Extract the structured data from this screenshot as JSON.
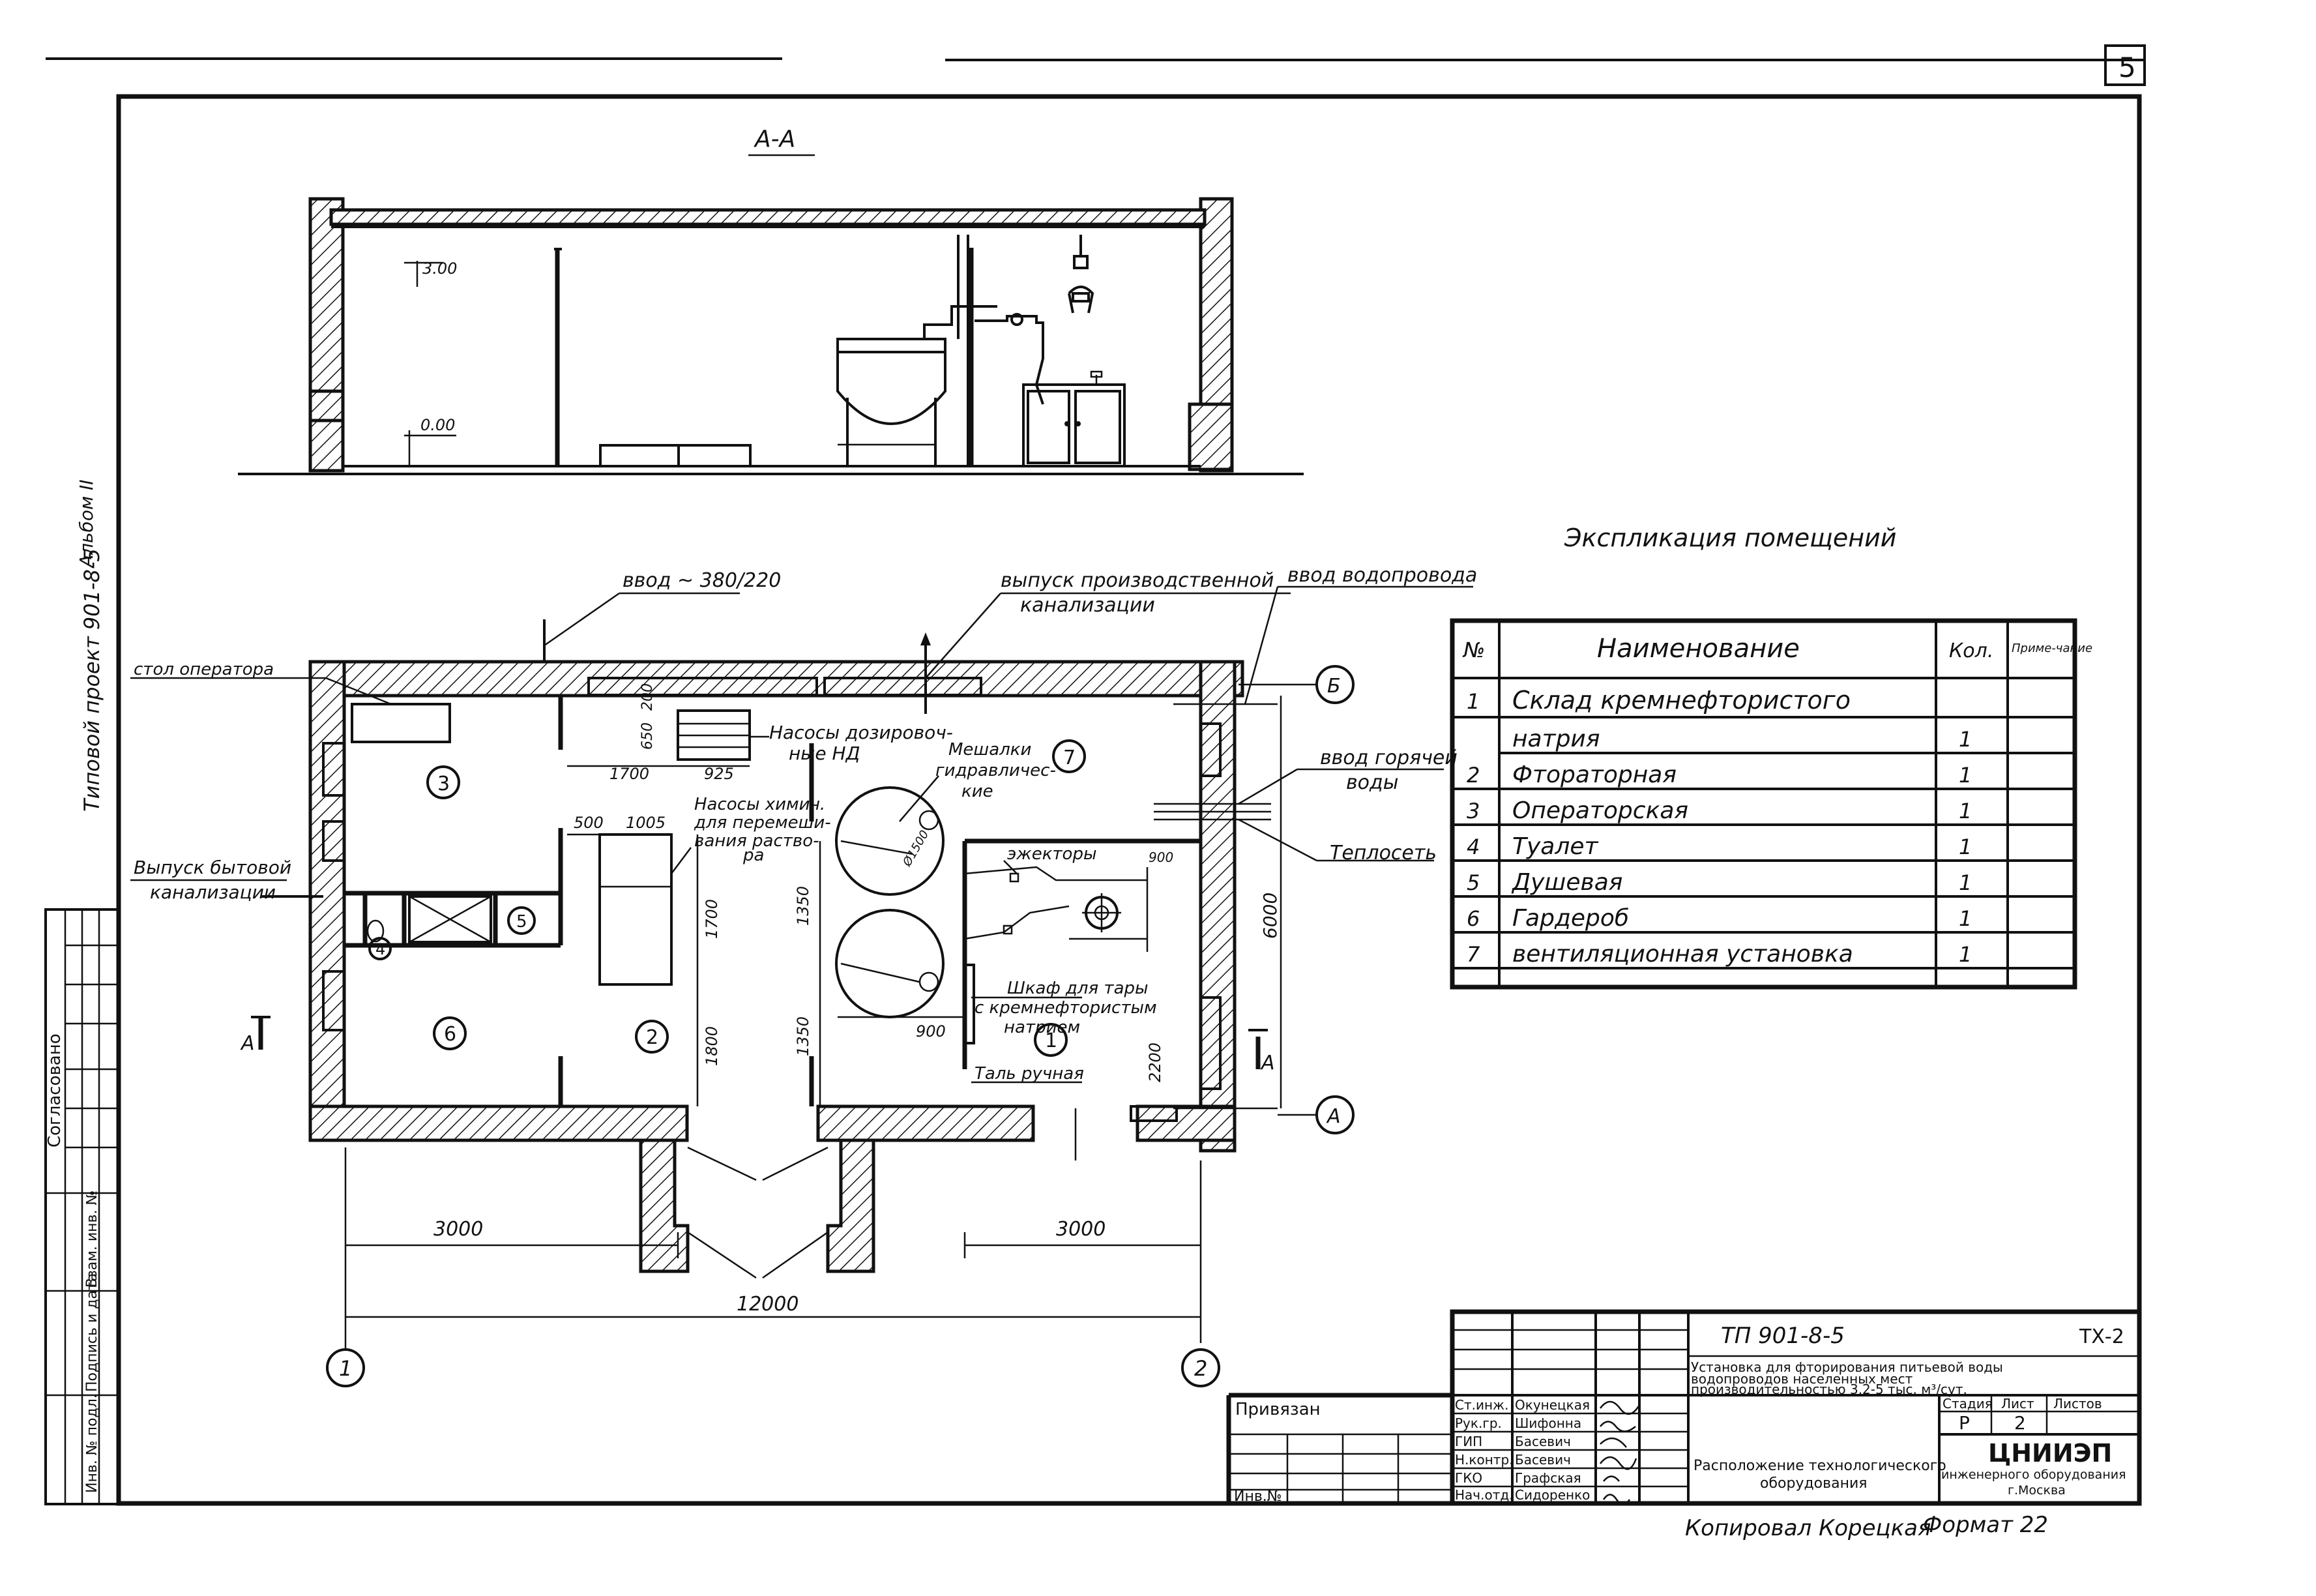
{
  "sheet_number": "5",
  "album_label": "Альбом II",
  "project_label": "Типовой проект 901-8-5",
  "left_stamp": {
    "agreed": "Согласовано",
    "inv_podl": "Инв. № подл.",
    "sign_date": "Подпись и дата",
    "vzam_inv": "Взам. инв. №"
  },
  "section": {
    "title": "А-А",
    "level_top": "3.00",
    "level_zero": "0.00"
  },
  "plan": {
    "labels": {
      "power_input": "ввод ~ 380/220",
      "sewer_prod_1": "выпуск производственной",
      "sewer_prod_2": "канализации",
      "water_input": "ввод водопровода",
      "hot_water_1": "ввод горячей",
      "hot_water_2": "воды",
      "heating": "Теплосеть",
      "operator_desk": "стол оператора",
      "dosing_pumps_1": "Насосы дозировоч-",
      "dosing_pumps_2": "ные НД",
      "chem_pumps_1": "Насосы химич.",
      "chem_pumps_2": "для перемеши-",
      "chem_pumps_3": "вания раство-",
      "chem_pumps_4": "ра",
      "mixers_1": "Мешалки",
      "mixers_2": "гидравличес-",
      "mixers_3": "кие",
      "ejectors": "эжекторы",
      "cabinet_1": "Шкаф для тары",
      "cabinet_2": "с кремнефтористым",
      "cabinet_3": "натрием",
      "hoist": "Таль ручная",
      "domestic_sewer_1": "Выпуск бытовой",
      "domestic_sewer_2": "канализации",
      "section_mark": "А"
    },
    "dimensions": {
      "d650": "650",
      "d200": "200",
      "d1700a": "1700",
      "d925": "925",
      "d500": "500",
      "d1005": "1005",
      "d1700b": "1700",
      "d1800": "1800",
      "d1350a": "1350",
      "d1350b": "1350",
      "d900a": "900",
      "d900b": "900",
      "d2200": "2200",
      "d6000": "6000",
      "d3000a": "3000",
      "d3000b": "3000",
      "d12000": "12000",
      "dia": "Ø1500"
    },
    "axes": {
      "a1": "1",
      "a2": "2",
      "aB": "Б",
      "aA": "А"
    },
    "rooms": [
      "1",
      "2",
      "3",
      "4",
      "5",
      "6",
      "7"
    ]
  },
  "explication": {
    "title": "Экспликация помещений",
    "headers": {
      "num": "№",
      "name": "Наименование",
      "qty": "Кол.",
      "note": "Приме-чание"
    },
    "rows": [
      {
        "num": "1",
        "name": "Склад кремнефтористого",
        "qty": ""
      },
      {
        "num": "",
        "name": "натрия",
        "qty": "1"
      },
      {
        "num": "2",
        "name": "Фтораторная",
        "qty": "1"
      },
      {
        "num": "3",
        "name": "Операторская",
        "qty": "1"
      },
      {
        "num": "4",
        "name": "Туалет",
        "qty": "1"
      },
      {
        "num": "5",
        "name": "Душевая",
        "qty": "1"
      },
      {
        "num": "6",
        "name": "Гардероб",
        "qty": "1"
      },
      {
        "num": "7",
        "name": "вентиляционная установка",
        "qty": "1"
      }
    ]
  },
  "title_block": {
    "project_code": "ТП 901-8-5",
    "sheet_code": "ТХ-2",
    "description_1": "Установка для фторирования питьевой воды",
    "description_2": "водопроводов населенных мест",
    "description_3": "производительностью 3,2-5 тыс. м³/сут.",
    "stage_hdr": "Стадия",
    "sheet_hdr": "Лист",
    "sheets_hdr": "Листов",
    "stage": "Р",
    "sheet": "2",
    "drawing_title_1": "Расположение технологического",
    "drawing_title_2": "оборудования",
    "org_1": "ЦНИИЭП",
    "org_2": "инженерного оборудования",
    "org_3": "г.Москва",
    "tied": "Привязан",
    "inv": "Инв.№",
    "signatures": [
      {
        "role": "Ст.инж.",
        "name": "Окунецкая"
      },
      {
        "role": "Рук.гр.",
        "name": "Шифонна"
      },
      {
        "role": "ГИП",
        "name": "Басевич"
      },
      {
        "role": "Н.контр.",
        "name": "Басевич"
      },
      {
        "role": "ГКО",
        "name": "Графская"
      },
      {
        "role": "Нач.отд.",
        "name": "Сидоренко"
      }
    ],
    "copied": "Копировал Корецкая",
    "format": "Формат 22"
  }
}
